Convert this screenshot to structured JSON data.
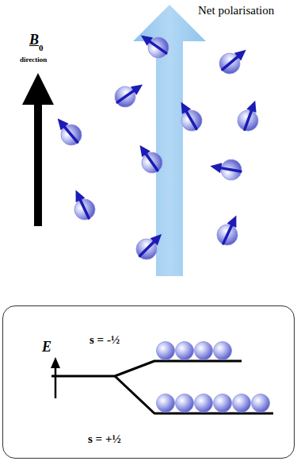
{
  "diagram": {
    "nodes": [
      {
        "text": [
          "E",
          "s = -½",
          "s = +½"
        ]
      }
    ],
    "labels": [
      "Net polarisation",
      "B",
      "0",
      "direction"
    ]
  }
}
